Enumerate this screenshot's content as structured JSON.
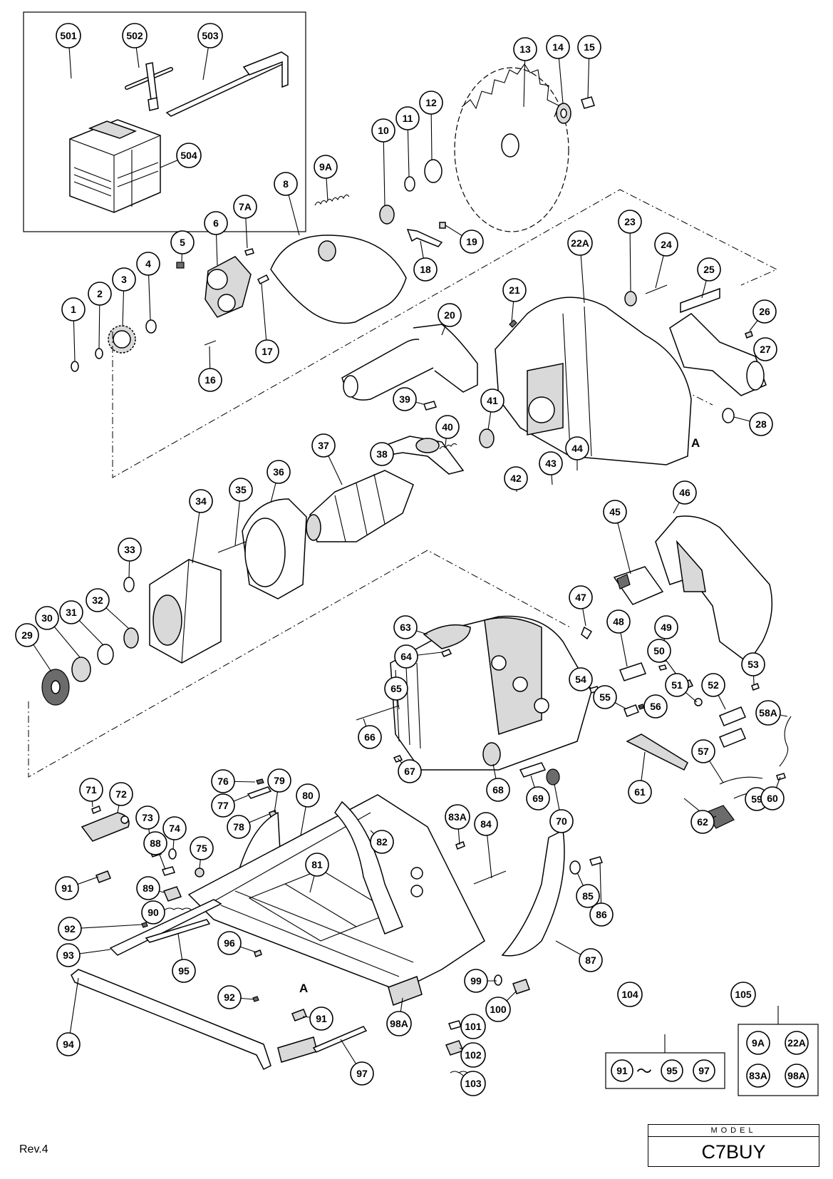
{
  "diagram": {
    "revision": "Rev.4",
    "model_caption": "MODEL",
    "model_name": "C7BUY",
    "section_mark": "A",
    "range_tilde": "～",
    "callouts": [
      {
        "label": "501"
      },
      {
        "label": "502"
      },
      {
        "label": "503"
      },
      {
        "label": "504"
      },
      {
        "label": "13"
      },
      {
        "label": "14"
      },
      {
        "label": "15"
      },
      {
        "label": "10"
      },
      {
        "label": "11"
      },
      {
        "label": "12"
      },
      {
        "label": "9A"
      },
      {
        "label": "8"
      },
      {
        "label": "7A"
      },
      {
        "label": "6"
      },
      {
        "label": "5"
      },
      {
        "label": "4"
      },
      {
        "label": "3"
      },
      {
        "label": "2"
      },
      {
        "label": "1"
      },
      {
        "label": "16"
      },
      {
        "label": "17"
      },
      {
        "label": "18"
      },
      {
        "label": "19"
      },
      {
        "label": "20"
      },
      {
        "label": "21"
      },
      {
        "label": "22A"
      },
      {
        "label": "23"
      },
      {
        "label": "24"
      },
      {
        "label": "25"
      },
      {
        "label": "26"
      },
      {
        "label": "27"
      },
      {
        "label": "28"
      },
      {
        "label": "39"
      },
      {
        "label": "38"
      },
      {
        "label": "40"
      },
      {
        "label": "41"
      },
      {
        "label": "37"
      },
      {
        "label": "36"
      },
      {
        "label": "35"
      },
      {
        "label": "34"
      },
      {
        "label": "33"
      },
      {
        "label": "32"
      },
      {
        "label": "31"
      },
      {
        "label": "30"
      },
      {
        "label": "29"
      },
      {
        "label": "42"
      },
      {
        "label": "43"
      },
      {
        "label": "44"
      },
      {
        "label": "45"
      },
      {
        "label": "46"
      },
      {
        "label": "47"
      },
      {
        "label": "48"
      },
      {
        "label": "49"
      },
      {
        "label": "50"
      },
      {
        "label": "51"
      },
      {
        "label": "52"
      },
      {
        "label": "53"
      },
      {
        "label": "54"
      },
      {
        "label": "55"
      },
      {
        "label": "56"
      },
      {
        "label": "58A"
      },
      {
        "label": "57"
      },
      {
        "label": "59"
      },
      {
        "label": "60"
      },
      {
        "label": "61"
      },
      {
        "label": "62"
      },
      {
        "label": "63"
      },
      {
        "label": "64"
      },
      {
        "label": "65"
      },
      {
        "label": "66"
      },
      {
        "label": "67"
      },
      {
        "label": "68"
      },
      {
        "label": "69"
      },
      {
        "label": "70"
      },
      {
        "label": "71"
      },
      {
        "label": "72"
      },
      {
        "label": "73"
      },
      {
        "label": "74"
      },
      {
        "label": "75"
      },
      {
        "label": "76"
      },
      {
        "label": "77"
      },
      {
        "label": "78"
      },
      {
        "label": "79"
      },
      {
        "label": "80"
      },
      {
        "label": "81"
      },
      {
        "label": "82"
      },
      {
        "label": "83A"
      },
      {
        "label": "84"
      },
      {
        "label": "85"
      },
      {
        "label": "86"
      },
      {
        "label": "87"
      },
      {
        "label": "88"
      },
      {
        "label": "89"
      },
      {
        "label": "90"
      },
      {
        "label": "91"
      },
      {
        "label": "92"
      },
      {
        "label": "93"
      },
      {
        "label": "94"
      },
      {
        "label": "95"
      },
      {
        "label": "96"
      },
      {
        "label": "92"
      },
      {
        "label": "91"
      },
      {
        "label": "97"
      },
      {
        "label": "98A"
      },
      {
        "label": "99"
      },
      {
        "label": "100"
      },
      {
        "label": "101"
      },
      {
        "label": "102"
      },
      {
        "label": "103"
      },
      {
        "label": "104"
      },
      {
        "label": "105"
      }
    ],
    "set_104": [
      "91",
      "95",
      "97"
    ],
    "set_105": [
      "9A",
      "22A",
      "83A",
      "98A"
    ]
  }
}
